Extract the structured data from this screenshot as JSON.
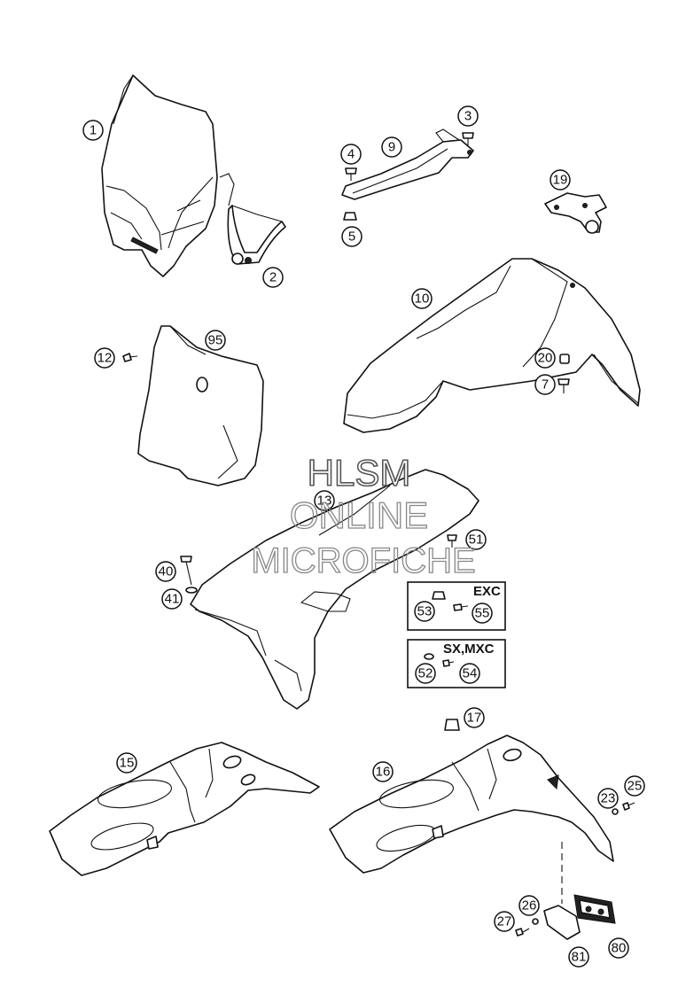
{
  "watermark": {
    "line1": "HLSM",
    "line2": "ONLINE",
    "line3": "MICROFICHE"
  },
  "callouts": {
    "p1": "1",
    "p2": "2",
    "p3": "3",
    "p4": "4",
    "p5": "5",
    "p7": "7",
    "p9": "9",
    "p10": "10",
    "p12": "12",
    "p13": "13",
    "p15": "15",
    "p16": "16",
    "p17": "17",
    "p19": "19",
    "p20": "20",
    "p23": "23",
    "p25": "25",
    "p26": "26",
    "p27": "27",
    "p40": "40",
    "p41": "41",
    "p51": "51",
    "p52": "52",
    "p53": "53",
    "p54": "54",
    "p55": "55",
    "p80": "80",
    "p81": "81",
    "p95": "95"
  },
  "variant_boxes": {
    "exc_label": "EXC",
    "sxmxc_label": "SX,MXC"
  }
}
